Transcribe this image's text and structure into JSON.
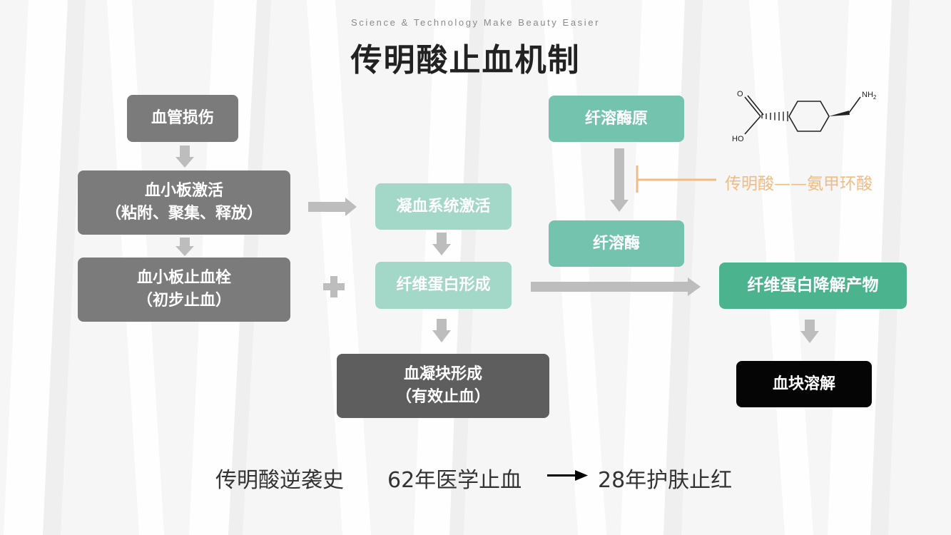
{
  "header": {
    "subtitle": "Science & Technology Make Beauty Easier",
    "title": "传明酸止血机制"
  },
  "diagram": {
    "blood_vessel_damage": "血管损伤",
    "platelet_activation": {
      "line1": "血小板激活",
      "line2": "（粘附、聚集、释放）"
    },
    "platelet_thrombus": {
      "line1": "血小板止血栓",
      "line2": "（初步止血）"
    },
    "coagulation_activation": "凝血系统激活",
    "fibrin_formation": "纤维蛋白形成",
    "blood_clot_formation": {
      "line1": "血凝块形成",
      "line2": "（有效止血）"
    },
    "plasminogen": "纤溶酶原",
    "plasmin": "纤溶酶",
    "inhibitor_label": "传明酸——氨甲环酸",
    "fibrin_degradation": "纤维蛋白降解产物",
    "clot_dissolution": "血块溶解",
    "plus_icon": "plus-icon"
  },
  "molecule": {
    "label_o": "O",
    "label_ho": "HO",
    "label_nh2": "NH",
    "label_nh2_sub": "2"
  },
  "footer": {
    "part1": "传明酸逆袭史",
    "part2": "62年医学止血",
    "part3": "28年护肤止红"
  },
  "colors": {
    "gray_box": "#7b7b7b",
    "dark_gray_box": "#5e5e5e",
    "teal_light": "#a3d7c8",
    "teal_mid": "#74c3ae",
    "teal_dark": "#4cb38f",
    "black_box": "#050505",
    "arrow_gray": "#bdbdbd",
    "inhibitor_orange": "#f0bb85"
  }
}
